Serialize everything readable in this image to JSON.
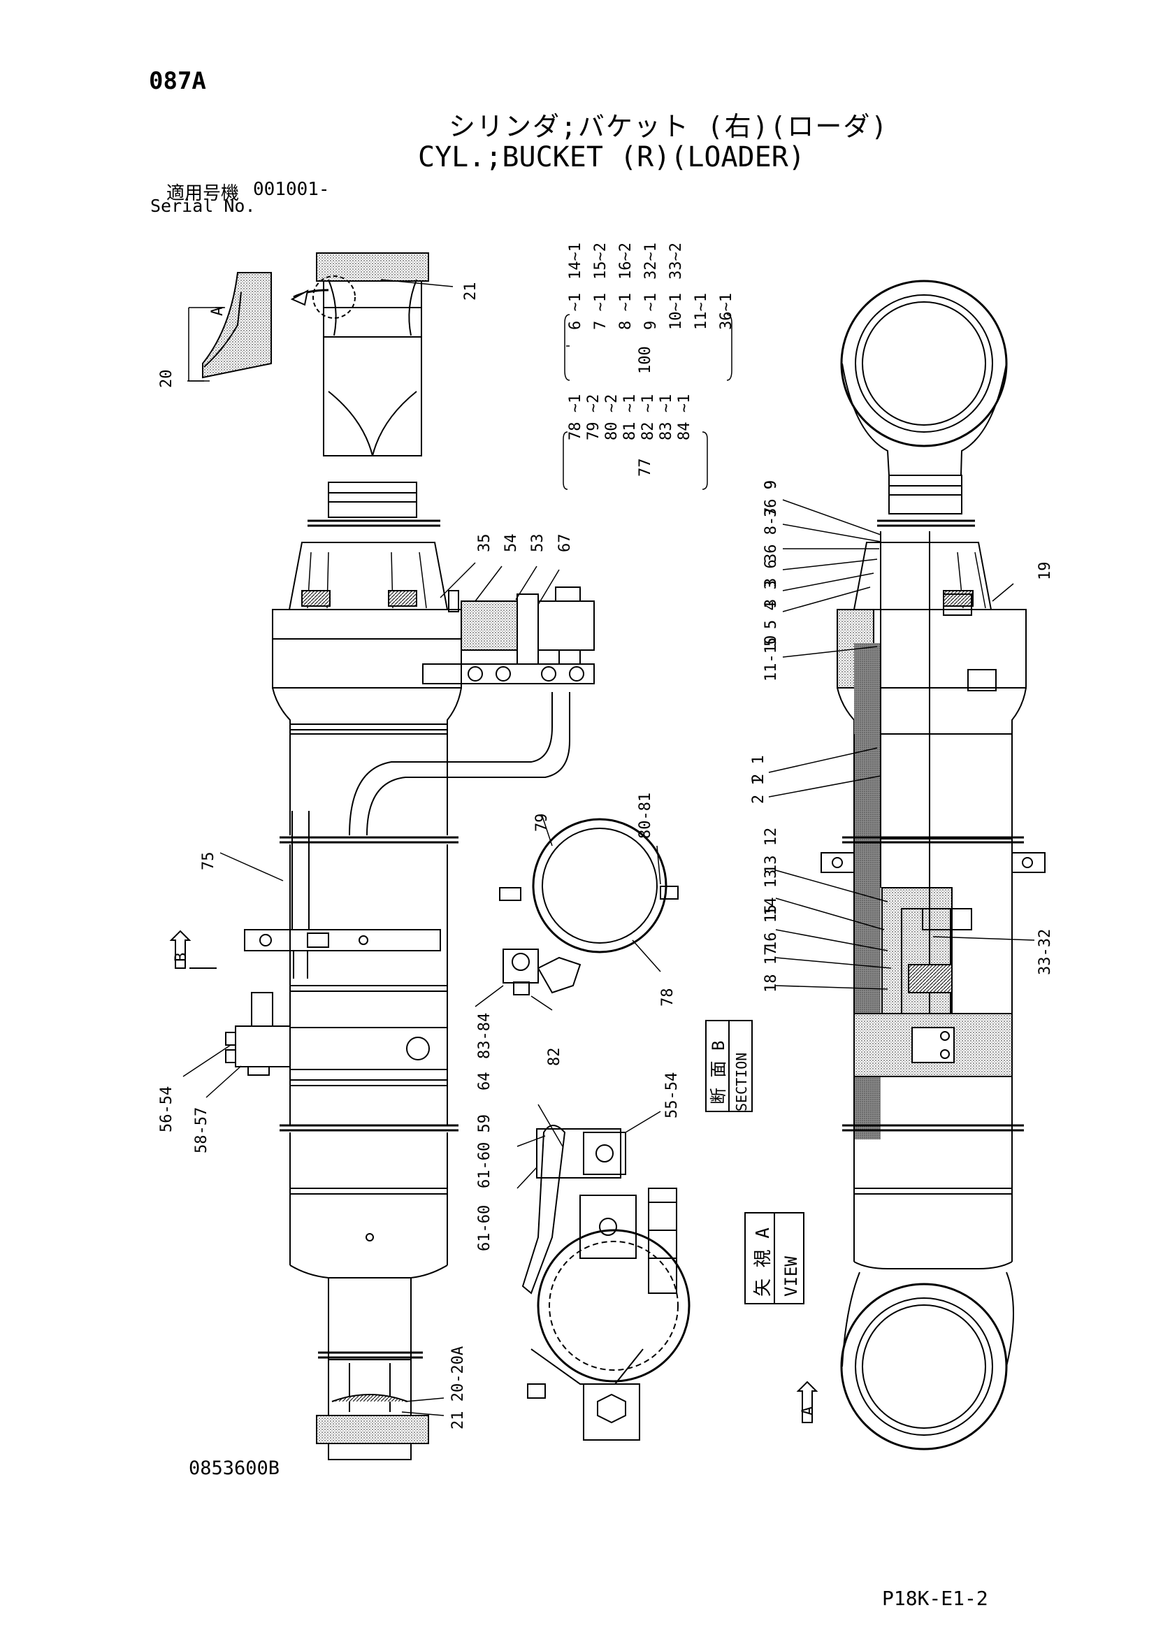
{
  "header": {
    "page_code": "087A",
    "title_jp": "シリンダ;バケット (右)(ローダ)",
    "title_en": "CYL.;BUCKET (R)(LOADER)",
    "serial_label_jp": "適用号機",
    "serial_value": "001001-",
    "serial_label_en": "Serial No."
  },
  "footer": {
    "drawing_number": "0853600B",
    "sheet_number": "P18K-E1-2"
  },
  "kit_lists": {
    "kit_100": {
      "number": "100",
      "col1": [
        "6 ~1",
        "7 ~1",
        "8 ~1",
        "9 ~1",
        "10~1",
        "11~1",
        "36~1"
      ],
      "col2": [
        "14~1",
        "15~2",
        "16~2",
        "32~1",
        "33~2"
      ]
    },
    "kit_77": {
      "number": "77",
      "items": [
        "78 ~1",
        "79 ~2",
        "80 ~2",
        "81 ~1",
        "82 ~1",
        "83 ~1",
        "84 ~1"
      ]
    }
  },
  "callouts": {
    "left": [
      "21",
      "20",
      "A",
      "35",
      "54",
      "53",
      "67",
      "75",
      "B",
      "56-54",
      "58-57",
      "21 20-20A"
    ],
    "clamp": [
      "79",
      "80-81",
      "78",
      "83-84",
      "82"
    ],
    "detail": [
      "64",
      "61-60 59",
      "61-60",
      "55-54"
    ],
    "right": [
      "9",
      "36 9",
      "36 8-7",
      "3 6",
      "3 3",
      "5 4",
      "5",
      "11-10",
      "2 1",
      "2 1",
      "13 12",
      "14 13",
      "16 15",
      "18 17",
      "33-32",
      "19",
      "A"
    ]
  },
  "section_labels": {
    "section_b_jp": "断 面 B",
    "section_b_en": "SECTION",
    "view_a_jp": "矢 視 A",
    "view_a_en": "VIEW"
  }
}
